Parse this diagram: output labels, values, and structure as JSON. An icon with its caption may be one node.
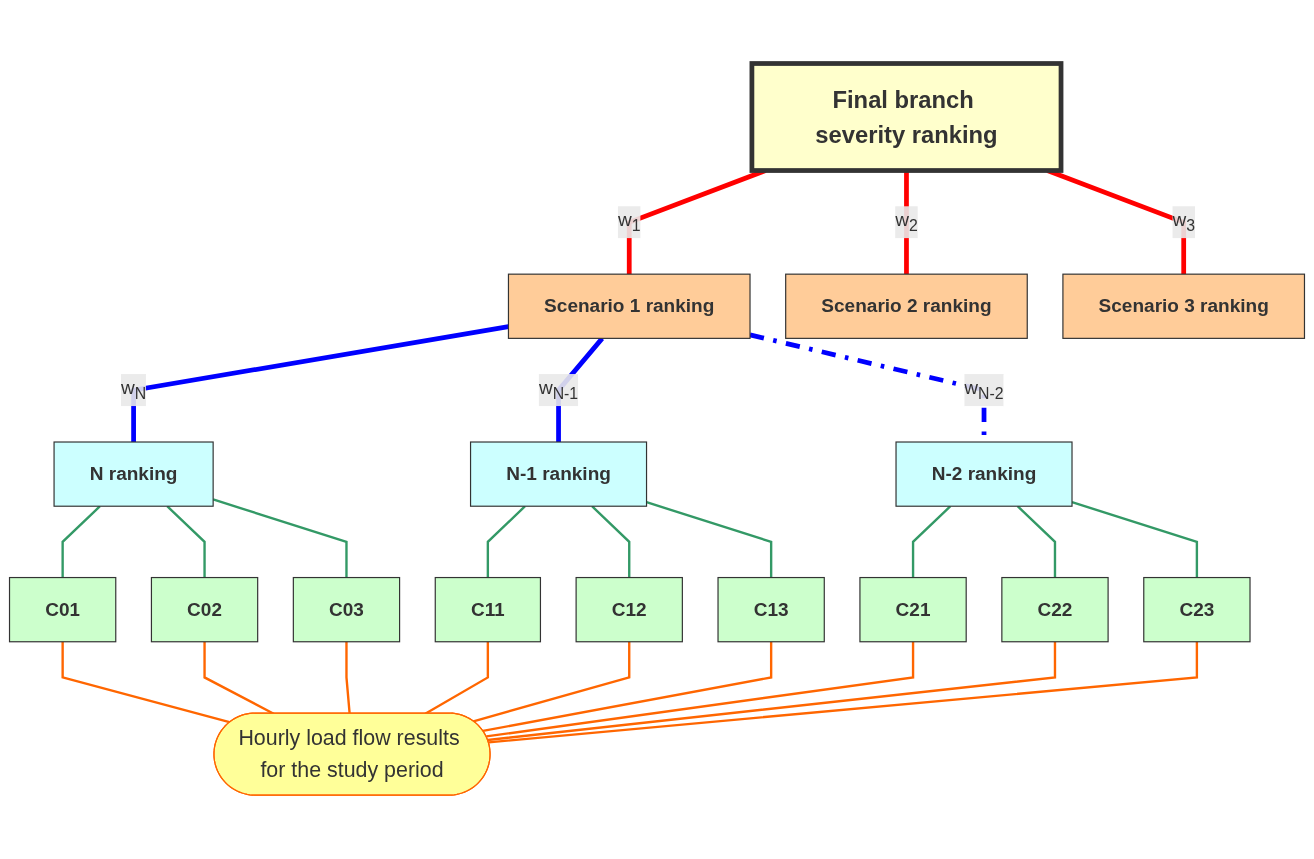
{
  "diagram": {
    "nodes": [
      {
        "text": [
          "Final branch severity ranking"
        ]
      },
      {
        "text": [
          "Scenario 1 ranking"
        ]
      },
      {
        "text": [
          "Scenario 2 ranking"
        ]
      },
      {
        "text": [
          "Scenario 3 ranking"
        ]
      },
      {
        "text": [
          "N ranking"
        ]
      },
      {
        "text": [
          "N-1 ranking"
        ]
      },
      {
        "text": [
          "N-2 ranking"
        ]
      },
      {
        "text": [
          "C01"
        ]
      },
      {
        "text": [
          "C02"
        ]
      },
      {
        "text": [
          "C03"
        ]
      },
      {
        "text": [
          "C11"
        ]
      },
      {
        "text": [
          "C12"
        ]
      },
      {
        "text": [
          "C13"
        ]
      },
      {
        "text": [
          "C21"
        ]
      },
      {
        "text": [
          "C22"
        ]
      },
      {
        "text": [
          "C23"
        ]
      },
      {
        "text": [
          "Hourly load flow results for the study period"
        ]
      }
    ],
    "edges": [
      {
        "from": 0,
        "to": 1,
        "arrow": "none",
        "label": "w$_{1}$",
        "style": "thick",
        "color": "#ff0000"
      },
      {
        "from": 0,
        "to": 2,
        "arrow": "none",
        "label": "w$_{2}$",
        "style": "thick",
        "color": "#ff0000"
      },
      {
        "from": 0,
        "to": 3,
        "arrow": "none",
        "label": "w$_{3}$",
        "style": "thick",
        "color": "#ff0000"
      },
      {
        "from": 1,
        "to": 4,
        "arrow": "none",
        "label": "w$_{N}$",
        "style": "thick",
        "color": "#0000ff"
      },
      {
        "from": 1,
        "to": 5,
        "arrow": "none",
        "label": "w$_{N-1}$",
        "style": "thick",
        "color": "#0000ff"
      },
      {
        "from": 1,
        "to": 6,
        "arrow": "none",
        "label": "w$_{N-2}$",
        "style": "dashed",
        "color": "#0000ff"
      },
      {
        "from": 4,
        "to": 7,
        "arrow": "none",
        "color": "#339966"
      },
      {
        "from": 4,
        "to": 8,
        "arrow": "none",
        "color": "#339966"
      },
      {
        "from": 4,
        "to": 9,
        "arrow": "none",
        "color": "#339966"
      },
      {
        "from": 5,
        "to": 10,
        "arrow": "none",
        "color": "#339966"
      },
      {
        "from": 5,
        "to": 11,
        "arrow": "none",
        "color": "#339966"
      },
      {
        "from": 5,
        "to": 12,
        "arrow": "none",
        "color": "#339966"
      },
      {
        "from": 6,
        "to": 13,
        "arrow": "none",
        "color": "#339966"
      },
      {
        "from": 6,
        "to": 14,
        "arrow": "none",
        "color": "#339966"
      },
      {
        "from": 6,
        "to": 15,
        "arrow": "none",
        "color": "#339966"
      },
      {
        "from": 7,
        "to": 16,
        "arrow": "none",
        "color": "#ff6600"
      },
      {
        "from": 8,
        "to": 16,
        "arrow": "none",
        "color": "#ff6600"
      },
      {
        "from": 9,
        "to": 16,
        "arrow": "none",
        "color": "#ff6600"
      },
      {
        "from": 10,
        "to": 16,
        "arrow": "none",
        "color": "#ff6600"
      },
      {
        "from": 11,
        "to": 16,
        "arrow": "none",
        "color": "#ff6600"
      },
      {
        "from": 12,
        "to": 16,
        "arrow": "none",
        "color": "#ff6600"
      },
      {
        "from": 13,
        "to": 16,
        "arrow": "none",
        "color": "#ff6600"
      },
      {
        "from": 14,
        "to": 16,
        "arrow": "none",
        "color": "#ff6600"
      },
      {
        "from": 15,
        "to": 16,
        "arrow": "none",
        "color": "#ff6600"
      }
    ]
  }
}
